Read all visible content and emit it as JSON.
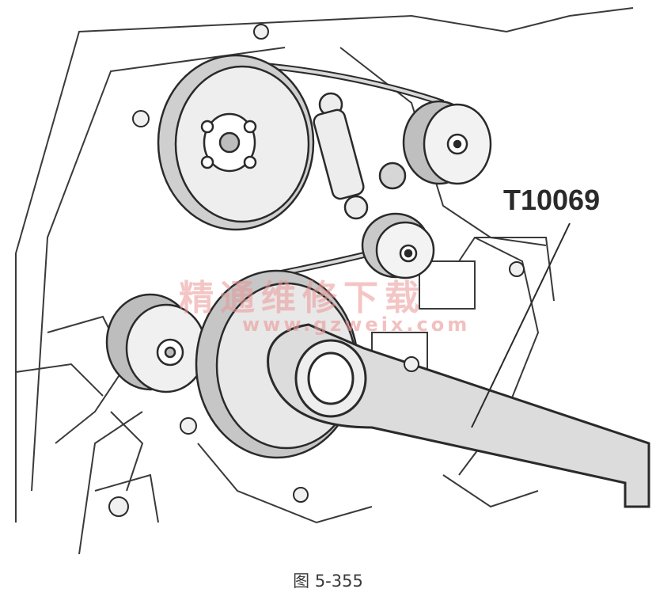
{
  "figure": {
    "callout_label": "T10069",
    "caption": "图 5-355",
    "watermark_cn": "精通维修下载",
    "watermark_url": "www.gzweix.com"
  },
  "colors": {
    "line": "#2a2a2a",
    "shade": "#bdbdbd",
    "light": "#e6e6e6",
    "watermark": "#eb9696"
  }
}
